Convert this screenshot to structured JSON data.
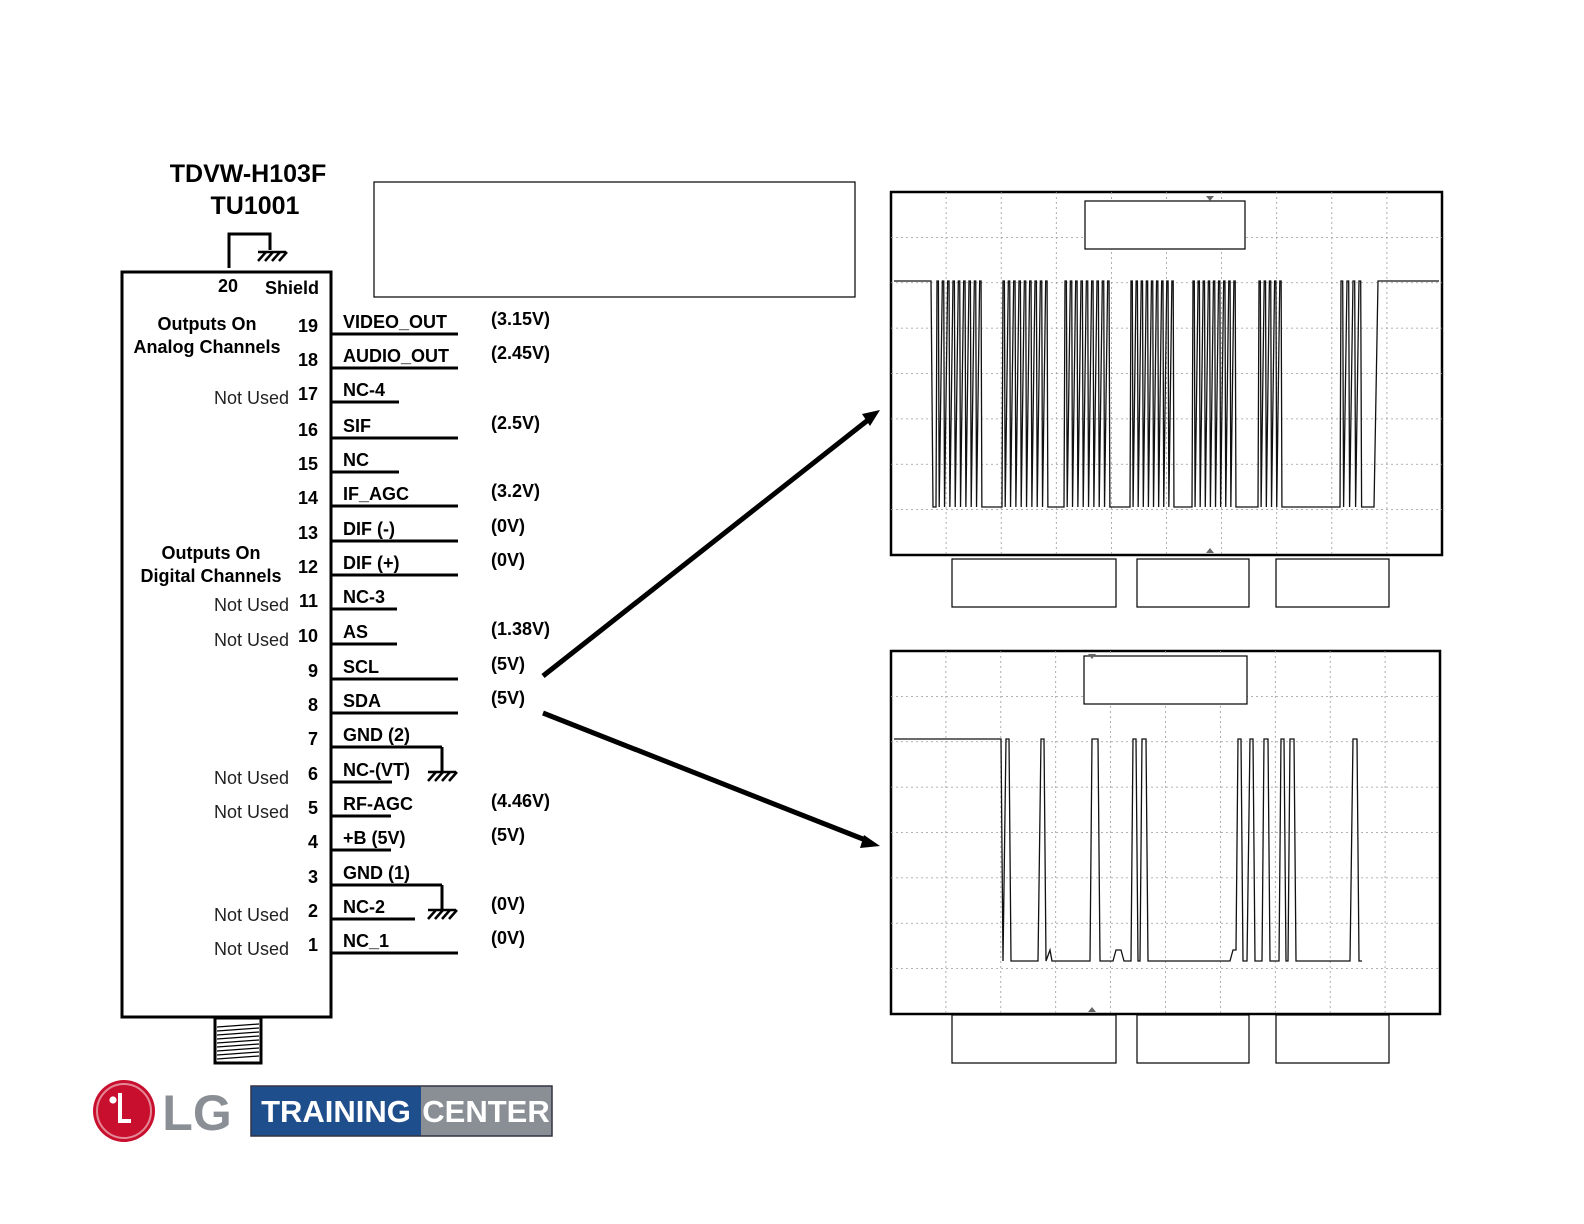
{
  "tuner": {
    "model": "TDVW-H103F",
    "ref": "TU1001",
    "shield_pin": "20",
    "shield_label": "Shield",
    "analog_group": [
      "Outputs On",
      "Analog Channels"
    ],
    "digital_group": [
      "Outputs On",
      "Digital Channels"
    ]
  },
  "pins": [
    {
      "num": "19",
      "name": "VIDEO_OUT",
      "voltage": "(3.15V)",
      "note": ""
    },
    {
      "num": "18",
      "name": "AUDIO_OUT",
      "voltage": "(2.45V)",
      "note": ""
    },
    {
      "num": "17",
      "name": "NC-4",
      "voltage": "",
      "note": "Not Used"
    },
    {
      "num": "16",
      "name": "SIF",
      "voltage": "(2.5V)",
      "note": ""
    },
    {
      "num": "15",
      "name": "NC",
      "voltage": "",
      "note": ""
    },
    {
      "num": "14",
      "name": "IF_AGC",
      "voltage": "(3.2V)",
      "note": ""
    },
    {
      "num": "13",
      "name": "DIF (-)",
      "voltage": "(0V)",
      "note": ""
    },
    {
      "num": "12",
      "name": "DIF (+)",
      "voltage": "(0V)",
      "note": ""
    },
    {
      "num": "11",
      "name": "NC-3",
      "voltage": "",
      "note": "Not Used"
    },
    {
      "num": "10",
      "name": "AS",
      "voltage": "(1.38V)",
      "note": "Not Used"
    },
    {
      "num": "9",
      "name": "SCL",
      "voltage": "(5V)",
      "note": ""
    },
    {
      "num": "8",
      "name": "SDA",
      "voltage": "(5V)",
      "note": ""
    },
    {
      "num": "7",
      "name": "GND (2)",
      "voltage": "",
      "note": ""
    },
    {
      "num": "6",
      "name": "NC-(VT)",
      "voltage": "",
      "note": "Not Used"
    },
    {
      "num": "5",
      "name": "RF-AGC",
      "voltage": "(4.46V)",
      "note": "Not Used"
    },
    {
      "num": "4",
      "name": "+B (5V)",
      "voltage": "(5V)",
      "note": ""
    },
    {
      "num": "3",
      "name": "GND (1)",
      "voltage": "",
      "note": ""
    },
    {
      "num": "2",
      "name": "NC-2",
      "voltage": "(0V)",
      "note": "Not Used"
    },
    {
      "num": "1",
      "name": "NC_1",
      "voltage": "(0V)",
      "note": "Not Used"
    }
  ],
  "logo": {
    "brand": "LG",
    "training": "TRAINING",
    "center": "CENTER",
    "red": "#c8102e",
    "blue": "#1f4e8c",
    "grey": "#8a8f96"
  },
  "scope": {
    "trace_color": "#111111",
    "grid_color": "#9a9a9a"
  }
}
